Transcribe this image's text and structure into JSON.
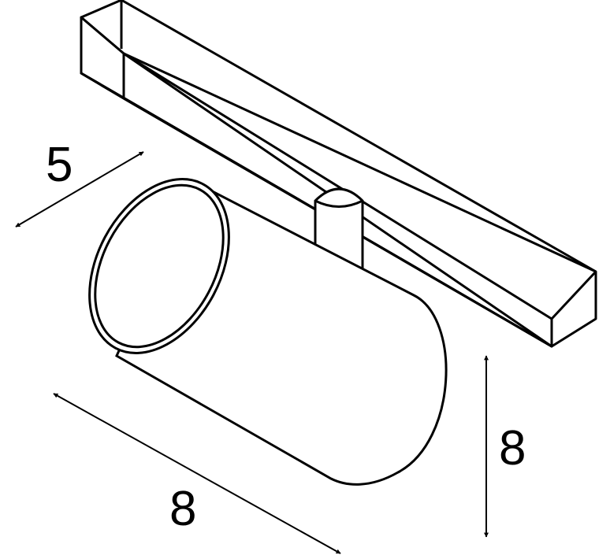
{
  "dimensions": {
    "depth_label": "5",
    "length_label": "8",
    "height_label": "8"
  },
  "colors": {
    "stroke": "#000000",
    "fill": "#ffffff"
  }
}
